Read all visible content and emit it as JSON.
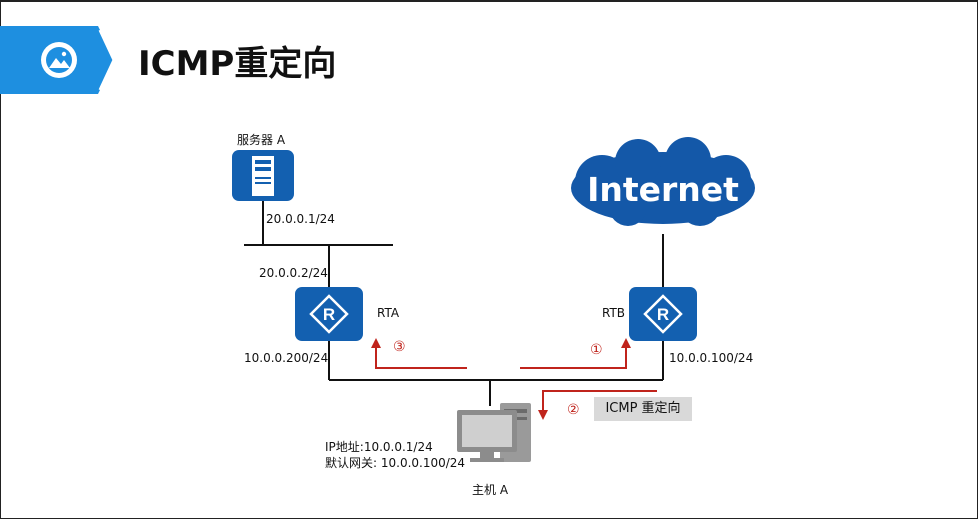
{
  "slide": {
    "title": "ICMP重定向",
    "title_icon": "image-icon",
    "accent_color": "#1e8fe0"
  },
  "diagram": {
    "server": {
      "label": "服务器 A",
      "ip": "20.0.0.1/24",
      "icon": "server-icon"
    },
    "rta": {
      "label": "RTA",
      "ip_top": "20.0.0.2/24",
      "ip_bottom": "10.0.0.200/24",
      "icon": "router-icon"
    },
    "rtb": {
      "label": "RTB",
      "ip_bottom": "10.0.0.100/24",
      "icon": "router-icon"
    },
    "internet": {
      "label": "Internet",
      "icon": "cloud-icon"
    },
    "host": {
      "label": "主机 A",
      "ip_line": "IP地址:10.0.0.1/24",
      "gateway_line": "默认网关: 10.0.0.100/24",
      "icon": "computer-icon"
    },
    "steps": {
      "step1": "①",
      "step2": "②",
      "step3": "③",
      "icmp_label": "ICMP 重定向"
    },
    "colors": {
      "device_blue": "#1360b0",
      "cloud_blue": "#1458a8",
      "arrow_red": "#c0241c"
    }
  }
}
